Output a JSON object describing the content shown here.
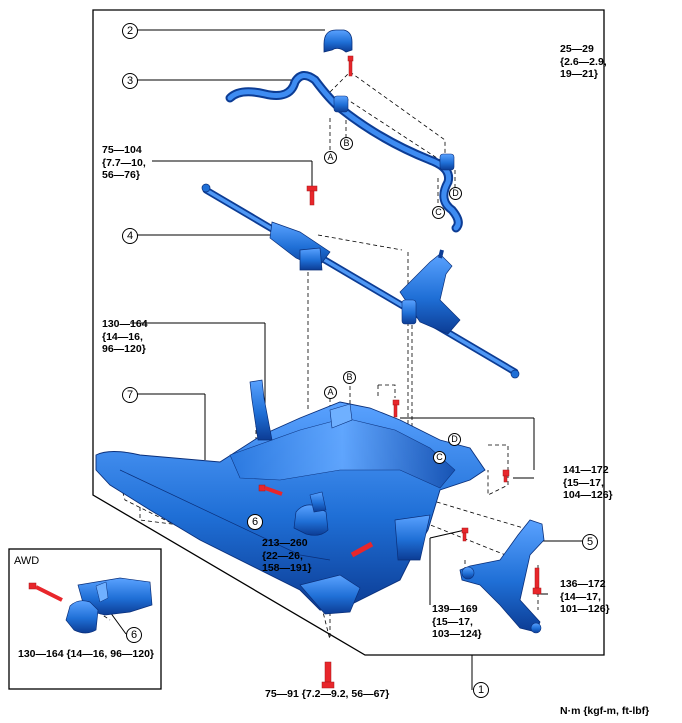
{
  "callouts": [
    "1",
    "2",
    "3",
    "4",
    "5",
    "6",
    "7",
    "6"
  ],
  "letters": [
    "A",
    "B",
    "C",
    "D"
  ],
  "torques": {
    "t1": "25—29\n{2.6—2.9,\n19—21}",
    "t2": "75—104\n{7.7—10,\n56—76}",
    "t3": "130—164\n{14—16,\n96—120}",
    "t4": "141—172\n{15—17,\n104—126}",
    "t5": "213—260\n{22—26,\n158—191}",
    "t6": "136—172\n{14—17,\n101—126}",
    "t7": "139—169\n{15—17,\n103—124}",
    "t8": "130—164 {14—16, 96—120}",
    "t9": "75—91 {7.2—9.2, 56—67}"
  },
  "awd_label": "AWD",
  "units": "N·m {kgf-m, ft-lbf}",
  "colors": {
    "part": "#1f6fd6",
    "part_dark": "#0d3f9a",
    "part_light": "#6fb0ff",
    "bolt": "#e8262b",
    "line": "#000000"
  }
}
